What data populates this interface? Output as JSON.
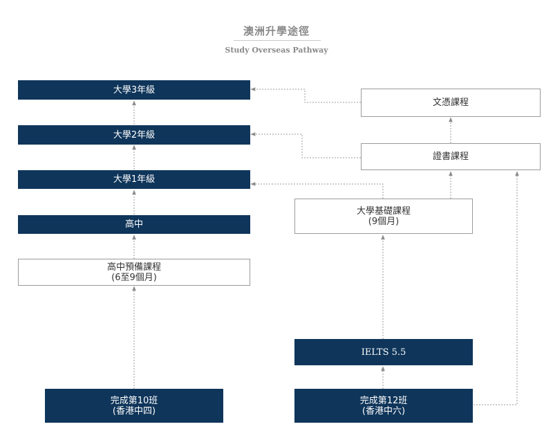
{
  "title": "澳洲升學途徑",
  "subtitle": "Study Overseas Pathway",
  "boxes": {
    "uni3": "大學3年級",
    "uni2": "大學2年級",
    "uni1": "大學1年級",
    "highschool": "高中",
    "prep_line1": "高中預備課程",
    "prep_line2": "(6至9個月)",
    "f4_line1": "完成第10班",
    "f4_line2": "(香港中四)",
    "diploma": "文憑課程",
    "certificate": "證書課程",
    "foundation_line1": "大學基礎課程",
    "foundation_line2": "(9個月)",
    "ielts": "IELTS 5.5",
    "f6_line1": "完成第12班",
    "f6_line2": "(香港中六)"
  },
  "colors": {
    "dark_box": "#0f355a",
    "arrow": "#8c8c8c",
    "title_text": "#8a8a8a"
  }
}
